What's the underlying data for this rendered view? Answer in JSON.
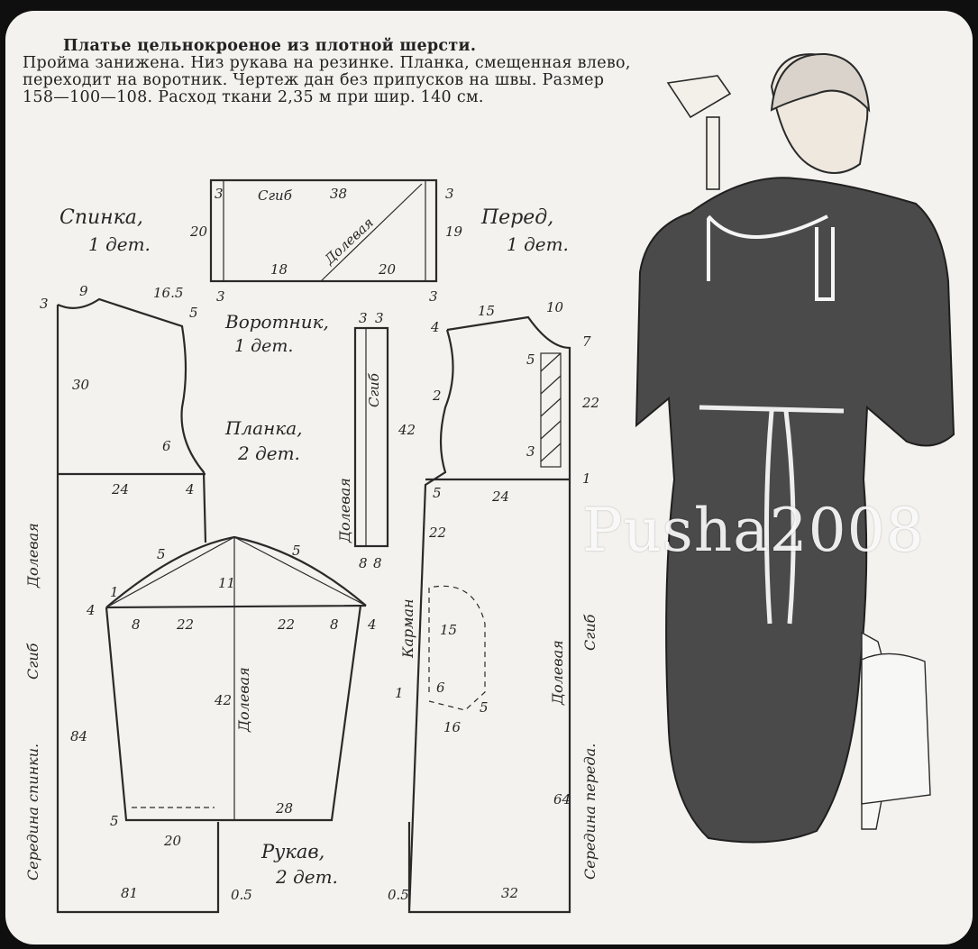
{
  "description": {
    "title": "Платье цельнокроеное из плотной шерсти.",
    "body": "Пройма занижена. Низ рукава на резинке. Планка, смещенная влево, переходит на воротник. Чертеж дан без припусков на швы. Размер 158—100—108. Расход ткани 2,35 м при шир. 140 см."
  },
  "pieces": {
    "back": {
      "name": "Спинка,",
      "count": "1 дет."
    },
    "front": {
      "name": "Перед,",
      "count": "1 дет."
    },
    "collar": {
      "name": "Воротник,",
      "count": "1 дет."
    },
    "placket": {
      "name": "Планка,",
      "count": "2 дет."
    },
    "sleeve": {
      "name": "Рукав,",
      "count": "2 дет."
    },
    "pocket": {
      "name": "Карман"
    }
  },
  "grain_labels": {
    "fold": "Сгиб",
    "lengthwise": "Долевая",
    "center_back": "Середина спинки.",
    "center_front": "Середина передa."
  },
  "measurements": {
    "collar_top": [
      "3",
      "38",
      "3"
    ],
    "collar_side": [
      "20",
      "19"
    ],
    "collar_bottom": [
      "3",
      "18",
      "20",
      "3"
    ],
    "back_top": [
      "3",
      "9",
      "16.5",
      "5"
    ],
    "back_side": [
      "30",
      "6",
      "24",
      "4",
      "84",
      "81",
      "20"
    ],
    "front_top": [
      "4",
      "15",
      "10",
      "7"
    ],
    "front_side": [
      "5",
      "2",
      "3",
      "22",
      "1",
      "5",
      "24",
      "22",
      "64",
      "32",
      "1",
      "0.5"
    ],
    "placket": [
      "3",
      "3",
      "42",
      "8",
      "8"
    ],
    "sleeve": [
      "5",
      "11",
      "5",
      "4",
      "1",
      "8",
      "22",
      "22",
      "8",
      "4",
      "42",
      "5",
      "28"
    ],
    "pocket": [
      "15",
      "6",
      "5",
      "16"
    ],
    "hem": [
      "0.5",
      "0.5"
    ]
  },
  "watermark": "Pusha2008"
}
